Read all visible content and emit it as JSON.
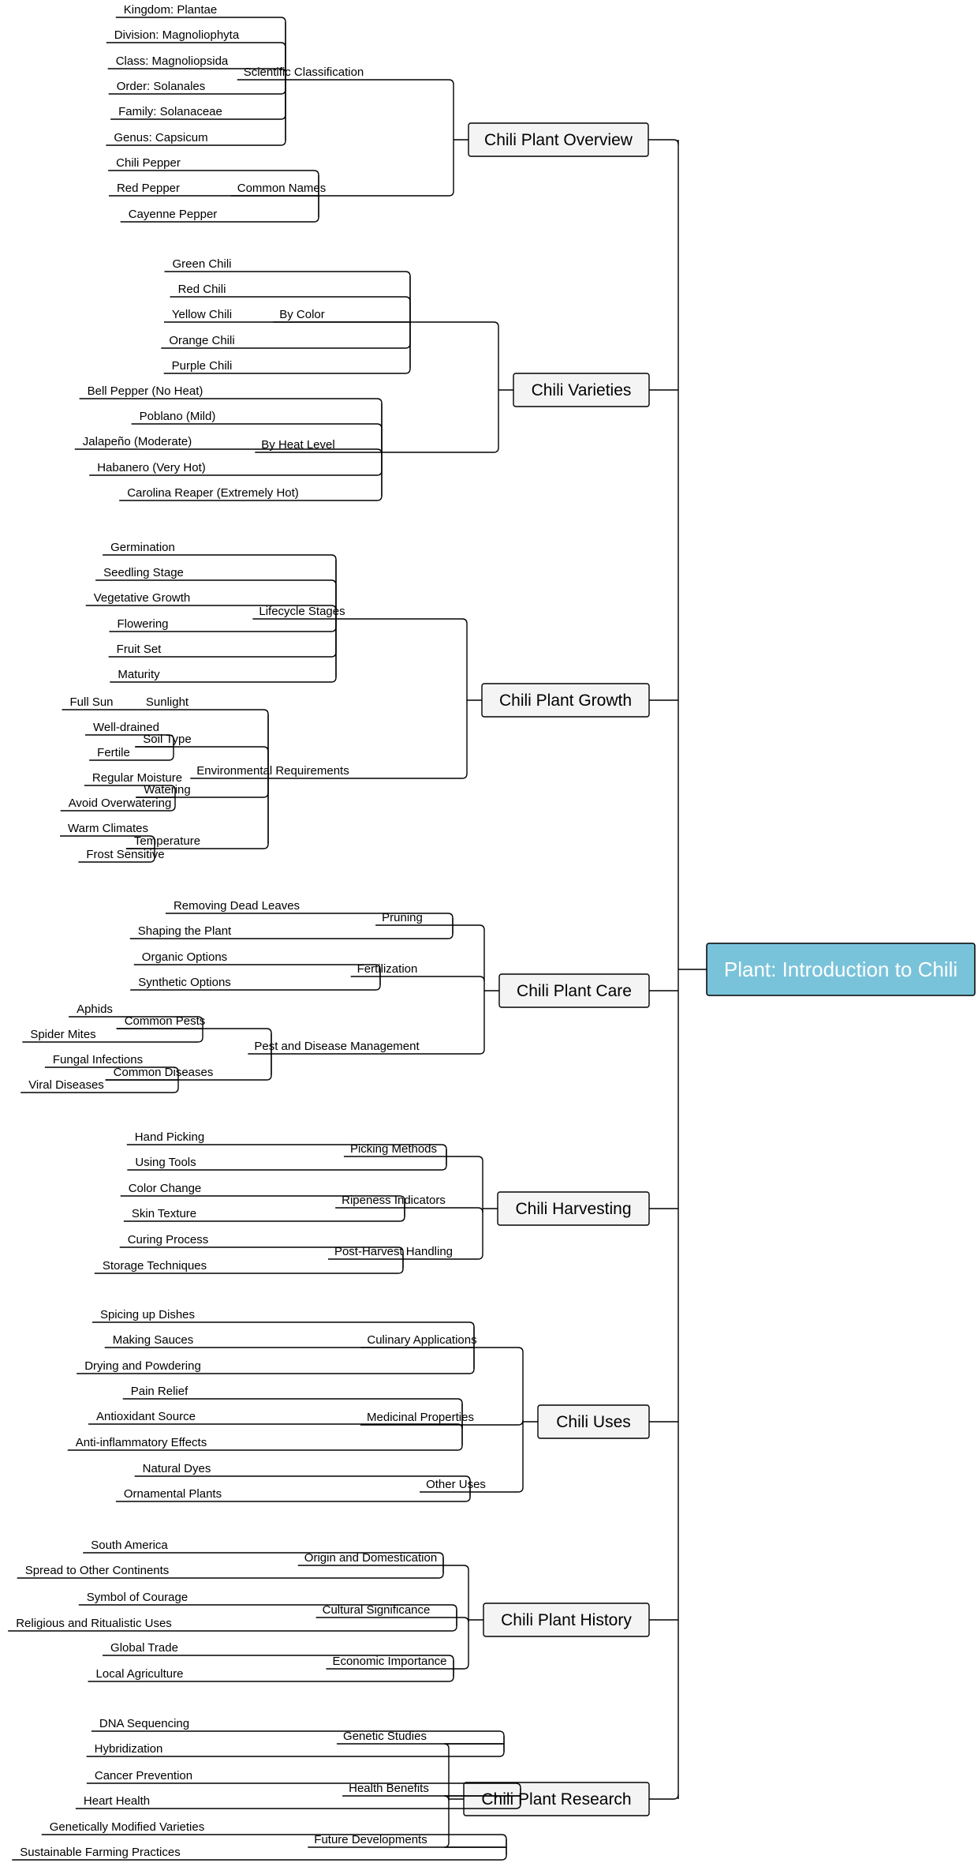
{
  "root": "Plant: Introduction to Chili",
  "colors": {
    "root_fill": "#79c3da",
    "box_fill": "#f4f4f4",
    "line": "#000000",
    "root_text": "#ffffff"
  },
  "branches": [
    {
      "label": "Chili Plant Overview",
      "groups": [
        {
          "label": "Scientific Classification",
          "items": [
            {
              "label": "Kingdom: Plantae"
            },
            {
              "label": "Division: Magnoliophyta"
            },
            {
              "label": "Class: Magnoliopsida"
            },
            {
              "label": "Order: Solanales"
            },
            {
              "label": "Family: Solanaceae"
            },
            {
              "label": "Genus: Capsicum"
            }
          ]
        },
        {
          "label": "Common Names",
          "items": [
            {
              "label": "Chili Pepper"
            },
            {
              "label": "Red Pepper"
            },
            {
              "label": "Cayenne Pepper"
            }
          ]
        }
      ]
    },
    {
      "label": "Chili Varieties",
      "groups": [
        {
          "label": "By Color",
          "items": [
            {
              "label": "Green Chili"
            },
            {
              "label": "Red Chili"
            },
            {
              "label": "Yellow Chili"
            },
            {
              "label": "Orange Chili"
            },
            {
              "label": "Purple Chili"
            }
          ]
        },
        {
          "label": "By Heat Level",
          "items": [
            {
              "label": "Bell Pepper (No Heat)"
            },
            {
              "label": "Poblano (Mild)"
            },
            {
              "label": "Jalapeño (Moderate)"
            },
            {
              "label": "Habanero (Very Hot)"
            },
            {
              "label": "Carolina Reaper (Extremely Hot)"
            }
          ]
        }
      ]
    },
    {
      "label": "Chili Plant Growth",
      "groups": [
        {
          "label": "Lifecycle Stages",
          "items": [
            {
              "label": "Germination"
            },
            {
              "label": "Seedling Stage"
            },
            {
              "label": "Vegetative Growth"
            },
            {
              "label": "Flowering"
            },
            {
              "label": "Fruit Set"
            },
            {
              "label": "Maturity"
            }
          ]
        },
        {
          "label": "Environmental Requirements",
          "items": [
            {
              "label": "Sunlight",
              "items": [
                {
                  "label": "Full Sun"
                }
              ]
            },
            {
              "label": "Soil Type",
              "items": [
                {
                  "label": "Well-drained"
                },
                {
                  "label": "Fertile"
                }
              ]
            },
            {
              "label": "Watering",
              "items": [
                {
                  "label": "Regular Moisture"
                },
                {
                  "label": "Avoid Overwatering"
                }
              ]
            },
            {
              "label": "Temperature",
              "items": [
                {
                  "label": "Warm Climates"
                },
                {
                  "label": "Frost Sensitive"
                }
              ]
            }
          ]
        }
      ]
    },
    {
      "label": "Chili Plant Care",
      "groups": [
        {
          "label": "Pruning",
          "items": [
            {
              "label": "Removing Dead Leaves"
            },
            {
              "label": "Shaping the Plant"
            }
          ]
        },
        {
          "label": "Fertilization",
          "items": [
            {
              "label": "Organic Options"
            },
            {
              "label": "Synthetic Options"
            }
          ]
        },
        {
          "label": "Pest and Disease Management",
          "items": [
            {
              "label": "Common Pests",
              "items": [
                {
                  "label": "Aphids"
                },
                {
                  "label": "Spider Mites"
                }
              ]
            },
            {
              "label": "Common Diseases",
              "items": [
                {
                  "label": "Fungal Infections"
                },
                {
                  "label": "Viral Diseases"
                }
              ]
            }
          ]
        }
      ]
    },
    {
      "label": "Chili Harvesting",
      "groups": [
        {
          "label": "Picking Methods",
          "items": [
            {
              "label": "Hand Picking"
            },
            {
              "label": "Using Tools"
            }
          ]
        },
        {
          "label": "Ripeness Indicators",
          "items": [
            {
              "label": "Color Change"
            },
            {
              "label": "Skin Texture"
            }
          ]
        },
        {
          "label": "Post-Harvest Handling",
          "items": [
            {
              "label": "Curing Process"
            },
            {
              "label": "Storage Techniques"
            }
          ]
        }
      ]
    },
    {
      "label": "Chili Uses",
      "groups": [
        {
          "label": "Culinary Applications",
          "items": [
            {
              "label": "Spicing up Dishes"
            },
            {
              "label": "Making Sauces"
            },
            {
              "label": "Drying and Powdering"
            }
          ]
        },
        {
          "label": "Medicinal Properties",
          "items": [
            {
              "label": "Pain Relief"
            },
            {
              "label": "Antioxidant Source"
            },
            {
              "label": "Anti-inflammatory Effects"
            }
          ]
        },
        {
          "label": "Other Uses",
          "items": [
            {
              "label": "Natural Dyes"
            },
            {
              "label": "Ornamental Plants"
            }
          ]
        }
      ]
    },
    {
      "label": "Chili Plant History",
      "groups": [
        {
          "label": "Origin and Domestication",
          "items": [
            {
              "label": "South America"
            },
            {
              "label": "Spread to Other Continents"
            }
          ]
        },
        {
          "label": "Cultural Significance",
          "items": [
            {
              "label": "Symbol of Courage"
            },
            {
              "label": "Religious and Ritualistic Uses"
            }
          ]
        },
        {
          "label": "Economic Importance",
          "items": [
            {
              "label": "Global Trade"
            },
            {
              "label": "Local Agriculture"
            }
          ]
        }
      ]
    },
    {
      "label": "Chili Plant Research",
      "groups": [
        {
          "label": "Genetic Studies",
          "items": [
            {
              "label": "DNA Sequencing"
            },
            {
              "label": "Hybridization"
            }
          ]
        },
        {
          "label": "Health Benefits",
          "items": [
            {
              "label": "Cancer Prevention"
            },
            {
              "label": "Heart Health"
            }
          ]
        },
        {
          "label": "Future Developments",
          "items": [
            {
              "label": "Genetically Modified Varieties"
            },
            {
              "label": "Sustainable Farming Practices"
            }
          ]
        }
      ]
    }
  ]
}
